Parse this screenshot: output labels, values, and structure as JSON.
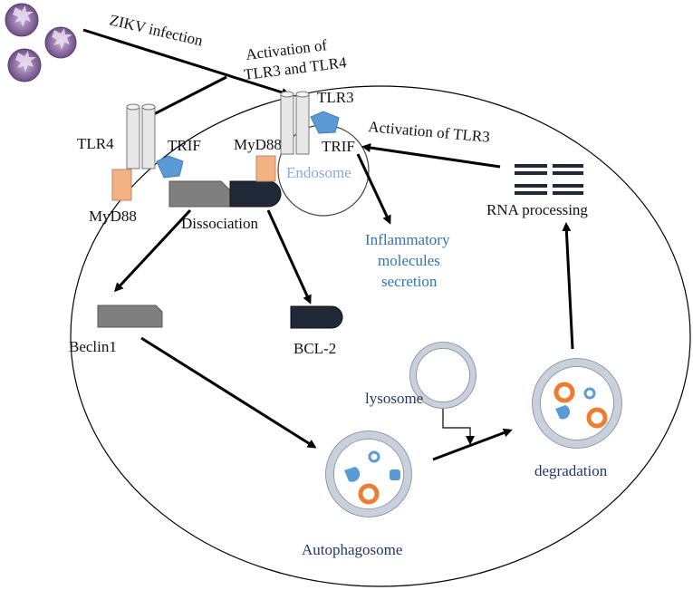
{
  "labels": {
    "zikv": "ZIKV infection",
    "activation_title_line1": "Activation of",
    "activation_title_line2": "TLR3 and TLR4",
    "tlr4": "TLR4",
    "tlr3": "TLR3",
    "trif_left": "TRIF",
    "trif_right": "TRIF",
    "myd88_left": "MyD88",
    "myd88_right": "MyD88",
    "endosome": "Endosome",
    "activation_tlr3": "Activation of TLR3",
    "rna_processing": "RNA processing",
    "dissociation": "Dissociation",
    "inflammatory_1": "Inflammatory",
    "inflammatory_2": "molecules",
    "inflammatory_3": "secretion",
    "beclin1": "Beclin1",
    "bcl2": "BCL-2",
    "lysosome": "lysosome",
    "degradation": "degradation",
    "autophagosome": "Autophagosome"
  },
  "colors": {
    "myd88": "#f4b183",
    "trif": "#5b9bd5",
    "beclin": "#7f7f7f",
    "bcl2": "#1f2937",
    "vesicle_ring": "#c7d0db",
    "orange_ring": "#ed7d31",
    "blue_text": "#2e75b6",
    "navy_text": "#1f3864"
  }
}
